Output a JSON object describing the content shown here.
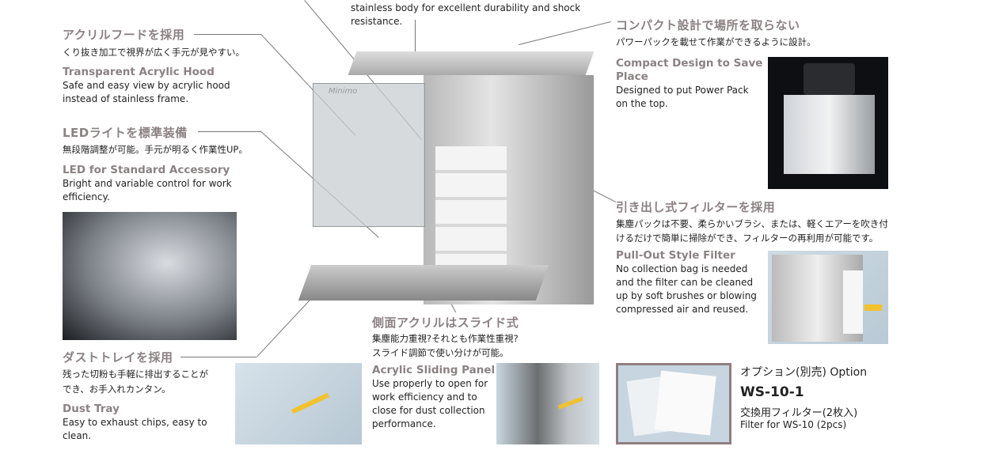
{
  "top_fragment": {
    "line1": "stainless body for excellent durability and shock",
    "line2": "resistance."
  },
  "acrylic_hood": {
    "jp_title": "アクリルフードを採用",
    "jp_text": "くり抜き加工で視界が広く手元が見やすい。",
    "en_title": "Transparent Acrylic Hood",
    "en_lines": [
      "Safe and easy view by acrylic hood",
      "instead of stainless frame."
    ]
  },
  "led": {
    "jp_title": "LEDライトを標準装備",
    "jp_text": "無段階調整が可能。手元が明るく作業性UP。",
    "en_title": "LED for Standard Accessory",
    "en_lines": [
      "Bright and variable control for work",
      "efficiency."
    ]
  },
  "dust_tray": {
    "jp_title": "ダストトレイを採用",
    "jp_lines": [
      "残った切粉も手軽に排出することが",
      "でき、お手入れカンタン。"
    ],
    "en_title": "Dust Tray",
    "en_lines": [
      "Easy to exhaust chips, easy to",
      "clean."
    ]
  },
  "sliding_panel": {
    "jp_title": "側面アクリルはスライド式",
    "jp_lines": [
      "集塵能力重視?それとも作業性重視?",
      "スライド調節で使い分けが可能。"
    ],
    "en_title": "Acrylic Sliding Panel",
    "en_lines": [
      "Use properly to open for",
      "work efficiency and to",
      "close for dust collection",
      "performance."
    ]
  },
  "compact": {
    "jp_title": "コンパクト設計で場所を取らない",
    "jp_text": "パワーパックを載せて作業ができるように設計。",
    "en_title_lines": [
      "Compact Design to Save",
      "Place"
    ],
    "en_lines": [
      "Designed to put Power Pack",
      "on the top."
    ]
  },
  "pullout": {
    "jp_title": "引き出し式フィルターを採用",
    "jp_lines": [
      "集塵パックは不要、柔らかいブラシ、または、軽くエアーを吹き付",
      "けるだけで簡単に掃除ができ、フィルターの再利用が可能です。"
    ],
    "en_title": "Pull-Out Style Filter",
    "en_lines": [
      "No collection bag is needed",
      "and the filter can be cleaned",
      "up by soft brushes or blowing",
      "compressed air and reused."
    ]
  },
  "option": {
    "label": "オプション(別売) Option",
    "model": "WS-10-1",
    "jp_desc": "交換用フィルター(2枚入)",
    "en_desc": "Filter for WS-10 (2pcs)"
  },
  "logo_text": "Minimo"
}
